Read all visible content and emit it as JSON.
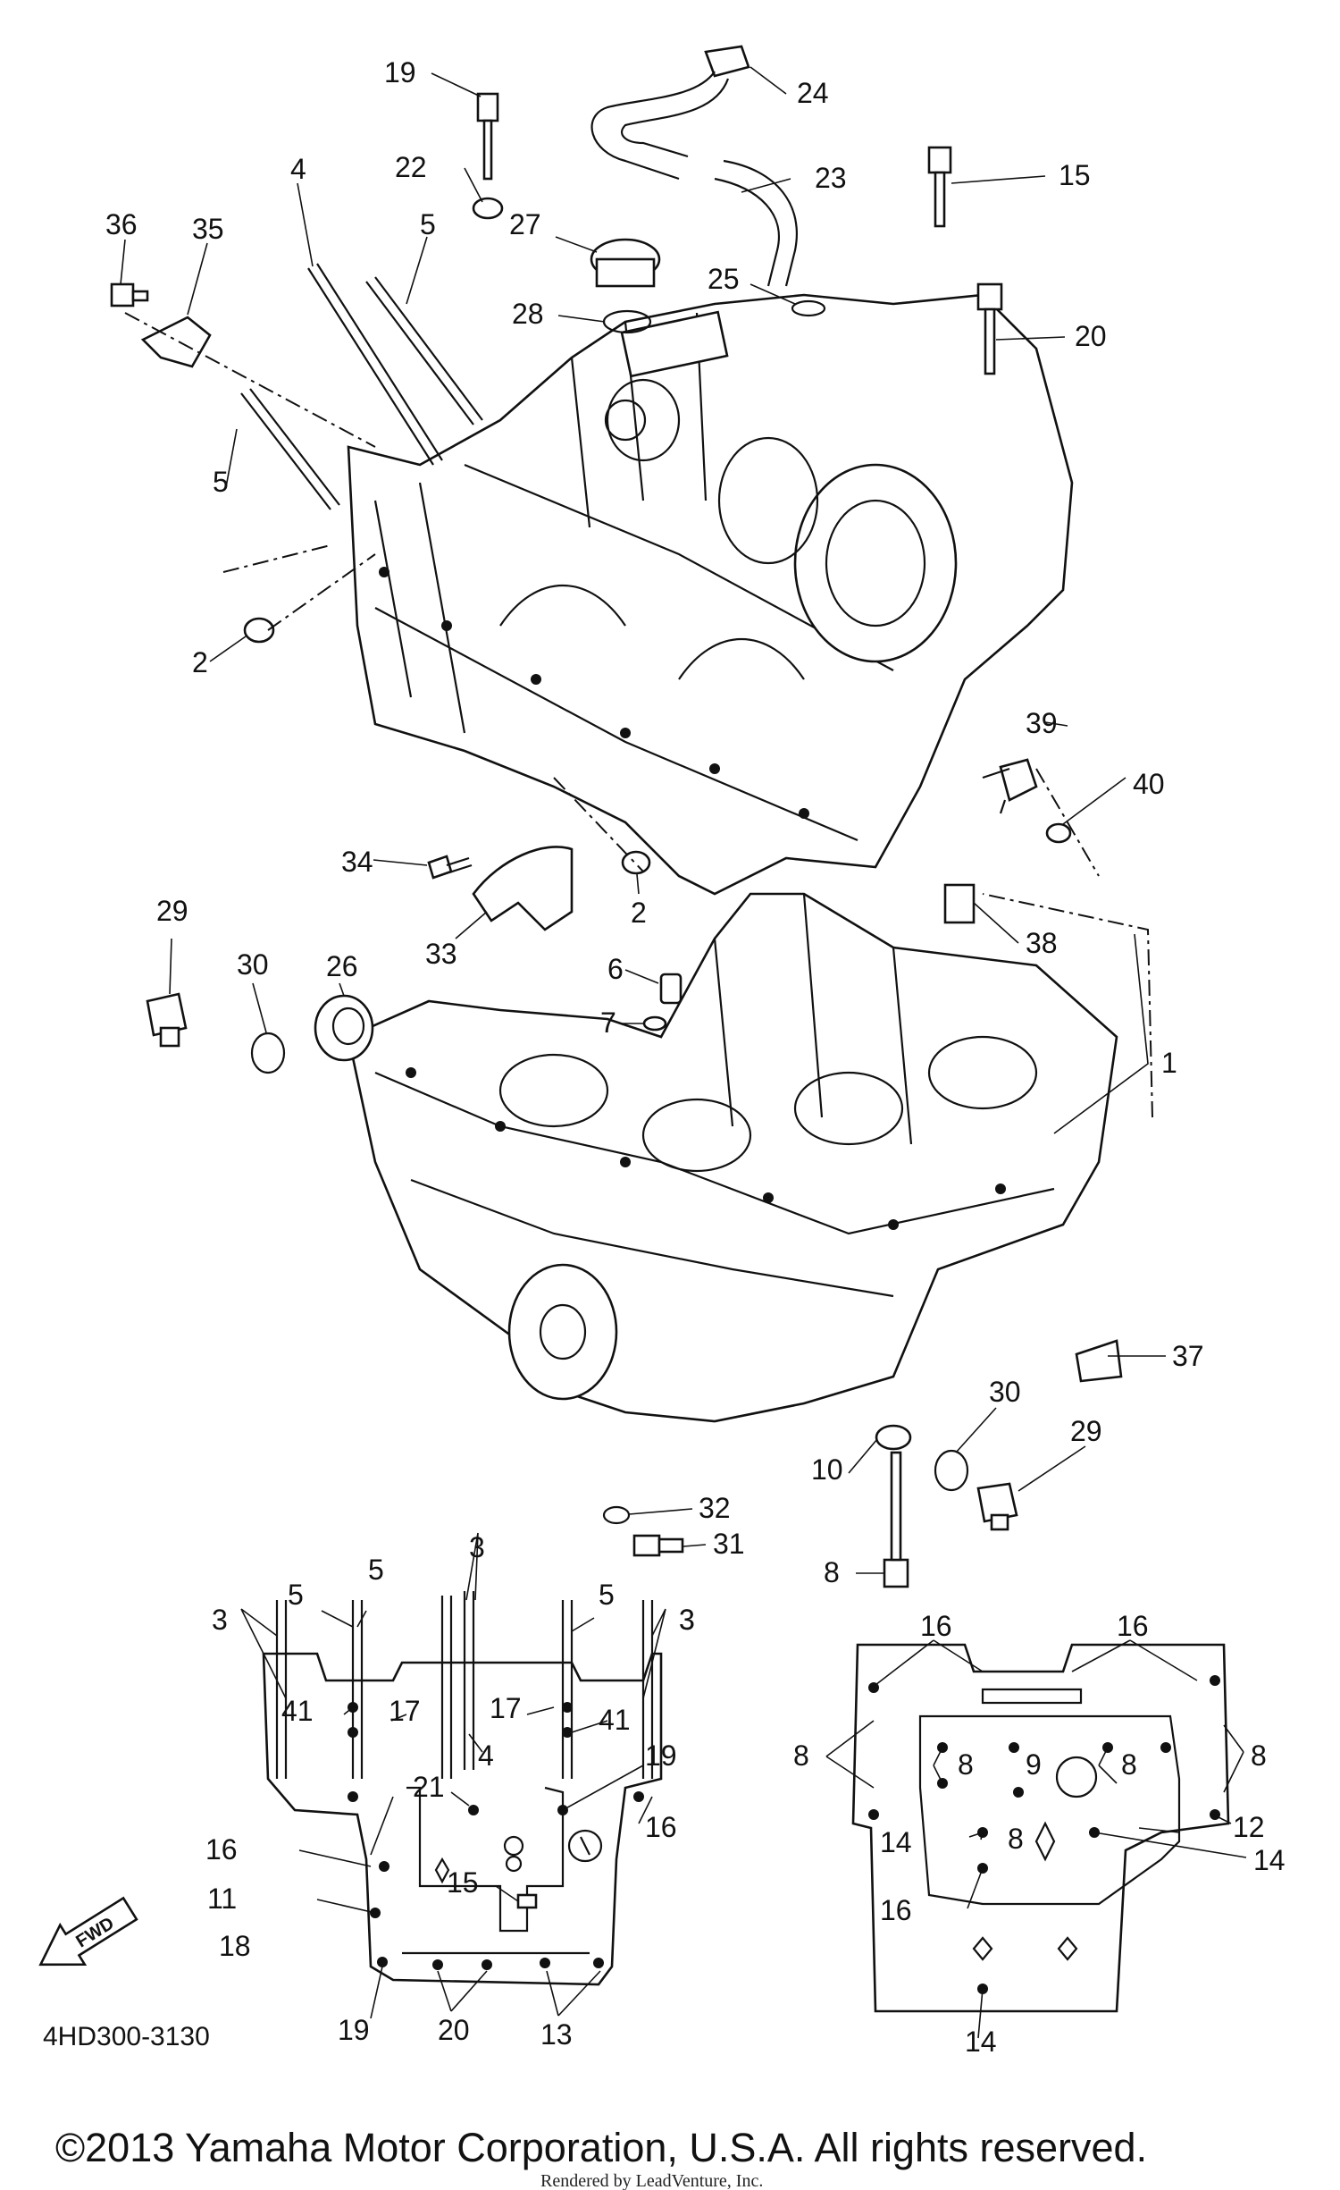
{
  "diagram": {
    "part_code": "4HD300-3130",
    "copyright": "©2013 Yamaha Motor Corporation, U.S.A. All rights reserved.",
    "rendered_by": "Rendered by LeadVenture, Inc.",
    "fwd_label": "FWD",
    "callouts": {
      "c1": "1",
      "c2a": "2",
      "c2b": "2",
      "c4": "4",
      "c5a": "5",
      "c5b": "5",
      "c6": "6",
      "c7": "7",
      "c8": "8",
      "c10": "10",
      "c15": "15",
      "c19": "19",
      "c20": "20",
      "c22": "22",
      "c23": "23",
      "c24": "24",
      "c25": "25",
      "c26": "26",
      "c27": "27",
      "c28": "28",
      "c29a": "29",
      "c29b": "29",
      "c30a": "30",
      "c30b": "30",
      "c31": "31",
      "c32": "32",
      "c33": "33",
      "c34": "34",
      "c35": "35",
      "c36": "36",
      "c37": "37",
      "c38": "38",
      "c39": "39",
      "c40": "40"
    },
    "left_view": {
      "labels": [
        "3",
        "5",
        "5",
        "3",
        "5",
        "3",
        "3",
        "41",
        "17",
        "17",
        "41",
        "4",
        "19",
        "21",
        "16",
        "16",
        "11",
        "15",
        "18",
        "19",
        "20",
        "13"
      ]
    },
    "right_view": {
      "labels": [
        "16",
        "16",
        "8",
        "8",
        "9",
        "8",
        "8",
        "12",
        "14",
        "8",
        "14",
        "16",
        "14"
      ]
    }
  }
}
